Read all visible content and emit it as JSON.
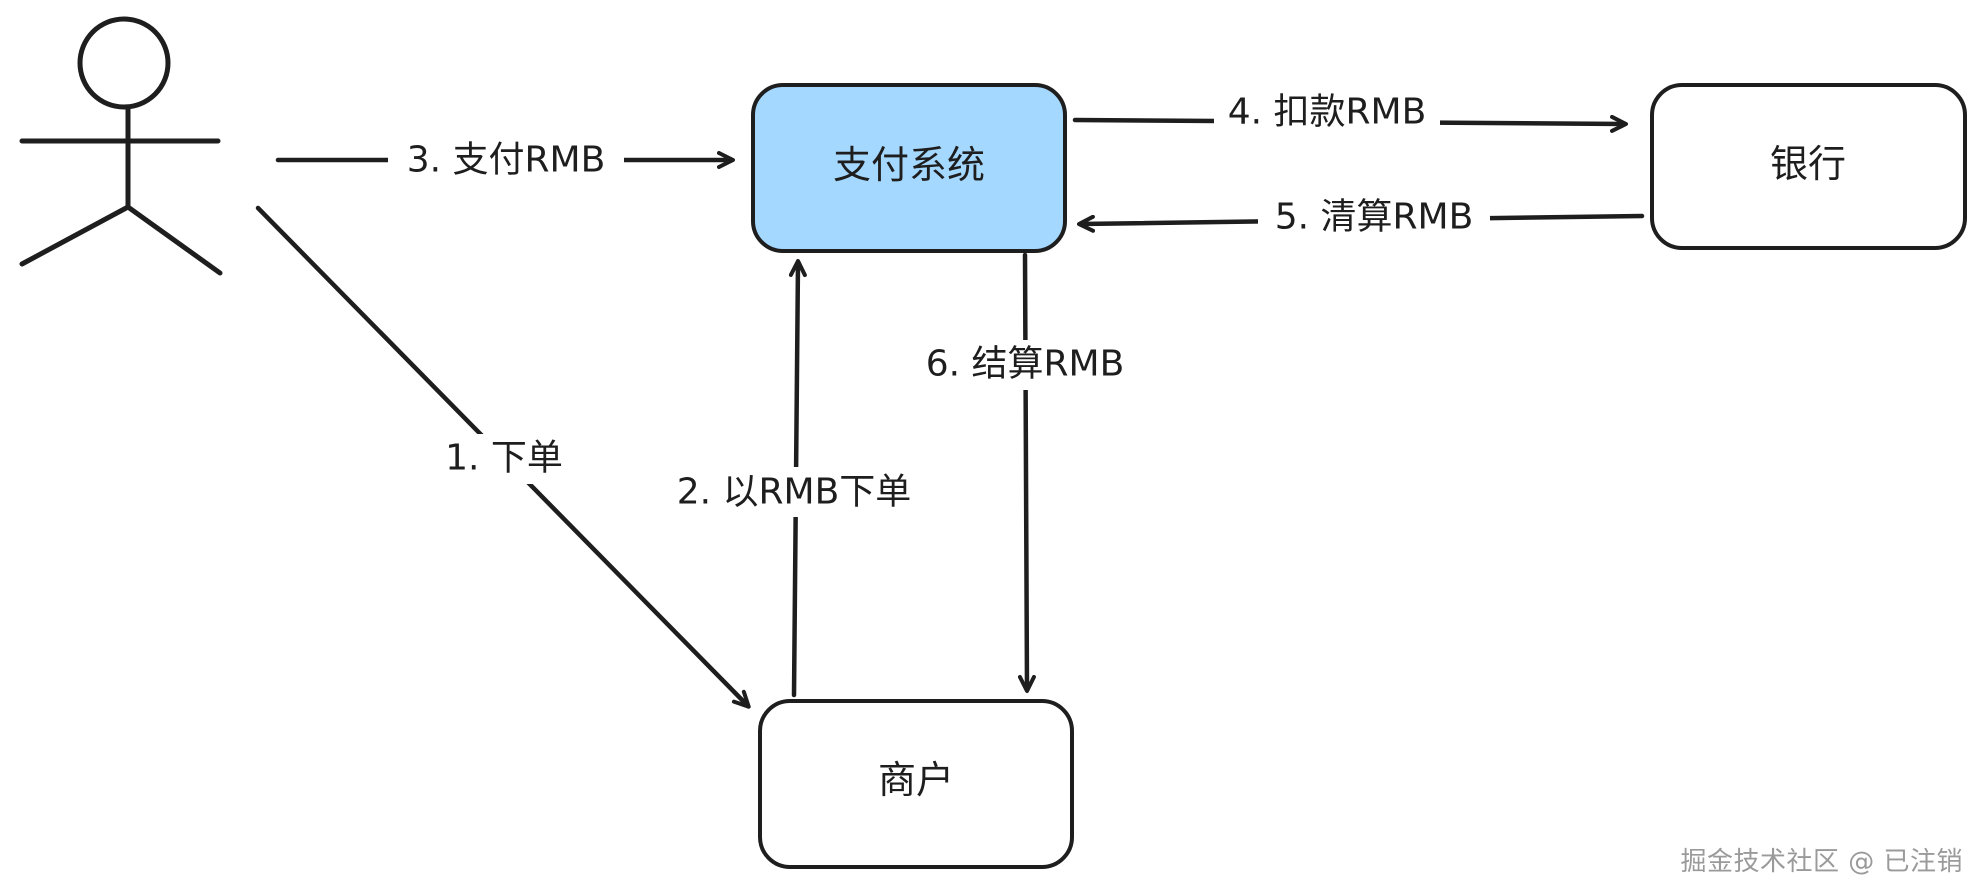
{
  "nodes": {
    "payment_system": "支付系统",
    "bank": "银行",
    "merchant": "商户"
  },
  "edges": {
    "e1": "1. 下单",
    "e2": "2. 以RMB下单",
    "e3": "3. 支付RMB",
    "e4": "4. 扣款RMB",
    "e5": "5. 清算RMB",
    "e6": "6. 结算RMB"
  },
  "colors": {
    "payment_system_fill": "#a5d8ff",
    "default_fill": "#ffffff",
    "stroke": "#1e1e1e"
  },
  "watermark": "掘金技术社区 @ 已注销"
}
